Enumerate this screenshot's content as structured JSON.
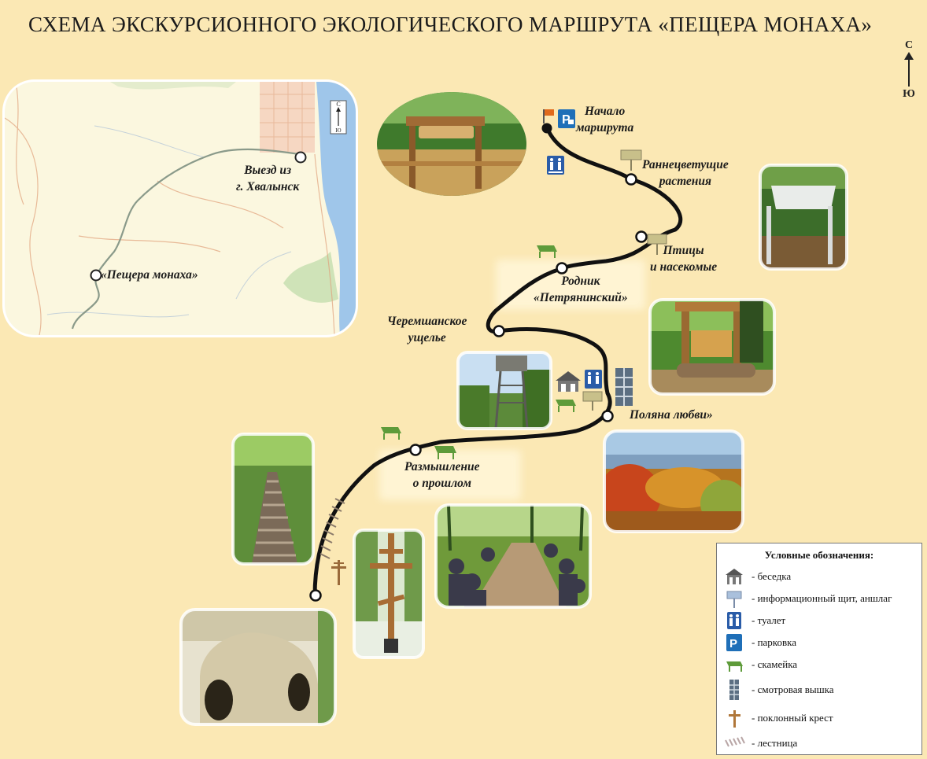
{
  "title": "СХЕМА ЭКСКУРСИОННОГО ЭКОЛОГИЧЕСКОГО МАРШРУТА  «ПЕЩЕРА МОНАХА»",
  "compass": {
    "north": "С",
    "south": "Ю"
  },
  "inset": {
    "start_label": [
      "Выезд из",
      "г. Хвалынск"
    ],
    "cave_label": "«Пещера монаха»",
    "north_small": "С",
    "south_small": "Ю"
  },
  "stops": {
    "start": [
      "Начало",
      "маршрута"
    ],
    "early_plants": [
      "Раннецветущие",
      "растения"
    ],
    "birds": [
      "Птицы",
      "и насекомые"
    ],
    "spring": [
      "Родник",
      "«Петрянинский»"
    ],
    "gorge": [
      "Черемшанское",
      "ущелье"
    ],
    "love_glade": "Поляна любви»",
    "reflection": [
      "Размышление",
      "о прошлом"
    ]
  },
  "legend": {
    "title": "Условные обозначения:",
    "items": [
      {
        "icon": "gazebo-icon",
        "text": "- беседка"
      },
      {
        "icon": "info-board-icon",
        "text": "- информационный щит, аншлаг"
      },
      {
        "icon": "toilet-icon",
        "text": "- туалет"
      },
      {
        "icon": "parking-icon",
        "text": "- парковка"
      },
      {
        "icon": "bench-icon",
        "text": "- скамейка"
      },
      {
        "icon": "watchtower-icon",
        "text": "- смотровая вышка"
      },
      {
        "icon": "cross-icon",
        "text": "- поклонный крест"
      },
      {
        "icon": "stairs-icon",
        "text": "- лестница"
      }
    ]
  },
  "colors": {
    "background": "#fbe8b4",
    "route": "#111111",
    "parking": "#1f6fb8",
    "bench": "#5e9b3a",
    "info_board": "#c8c08a",
    "cross": "#9a6a3a",
    "water": "#9fc6ea",
    "inset_road": "#8a9a8a"
  }
}
